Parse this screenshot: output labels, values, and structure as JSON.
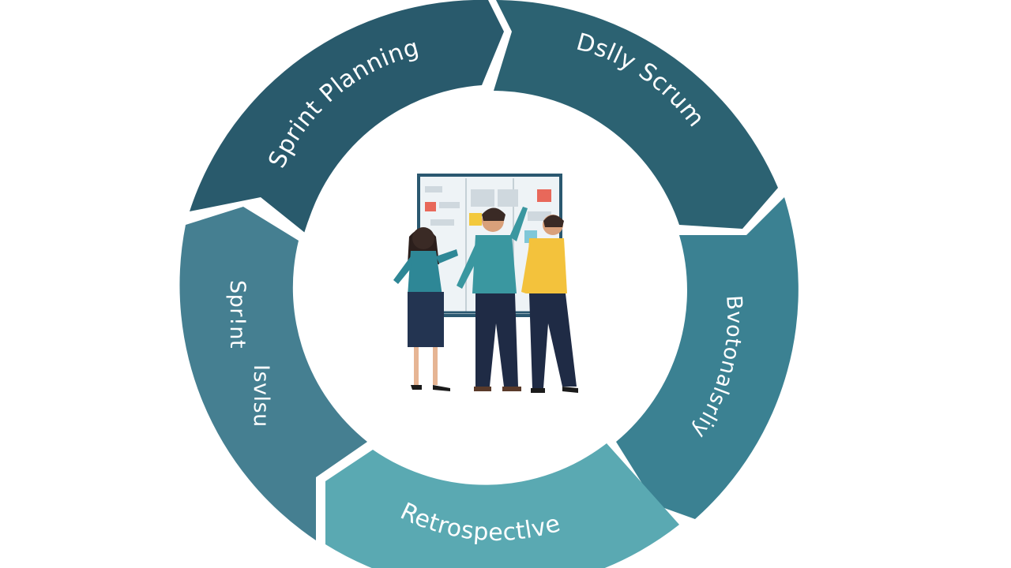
{
  "diagram": {
    "type": "cycle",
    "stages": [
      {
        "id": "sprint-planning",
        "label": "Sprint Planning",
        "color": "#295a6c"
      },
      {
        "id": "daily-scrum",
        "label": "Dslly Scrum",
        "color": "#2c6272"
      },
      {
        "id": "review",
        "label": "Bvotonalsrliy",
        "color": "#3b8192"
      },
      {
        "id": "retrospective",
        "label": "Retrospectlve",
        "color": "#5aa9b2"
      },
      {
        "id": "sprint-review",
        "label": "Spr!nt",
        "label_2": "Isvlsu",
        "color": "#457f91"
      }
    ],
    "center": {
      "illustration": "team-at-kanban-board-illustration",
      "board_color": "#eef3f6",
      "board_frame_color": "#2a5870",
      "sticky_colors": [
        "#e8685a",
        "#f3c93d",
        "#7fc7d8",
        "#cfd8de"
      ]
    }
  }
}
